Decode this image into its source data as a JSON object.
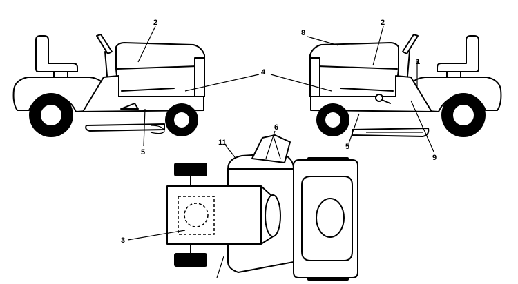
{
  "callouts": {
    "c1": "1",
    "c2_left": "2",
    "c2_right": "2",
    "c3": "3",
    "c4": "4",
    "c5_left": "5",
    "c5_right": "5",
    "c6": "6",
    "c8": "8",
    "c9": "9",
    "c11": "11"
  }
}
